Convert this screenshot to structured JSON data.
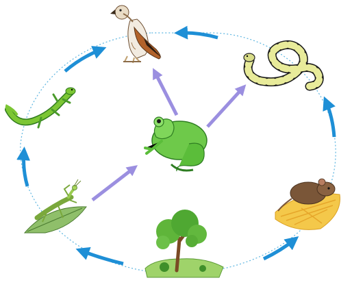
{
  "diagram": {
    "type": "food-web",
    "nodes": [
      {
        "id": "tree",
        "icon": "tree-icon"
      },
      {
        "id": "mouse",
        "icon": "mouse-icon"
      },
      {
        "id": "snake",
        "icon": "snake-icon"
      },
      {
        "id": "hawk",
        "icon": "hawk-icon"
      },
      {
        "id": "lizard",
        "icon": "lizard-icon"
      },
      {
        "id": "mantis",
        "icon": "mantis-icon"
      },
      {
        "id": "frog",
        "icon": "frog-icon"
      }
    ],
    "edges": [
      {
        "from": "tree",
        "to": "mouse",
        "style": "blue-arrow"
      },
      {
        "from": "mouse",
        "to": "snake",
        "style": "blue-arrow"
      },
      {
        "from": "snake",
        "to": "hawk",
        "style": "blue-arrow"
      },
      {
        "from": "lizard",
        "to": "hawk",
        "style": "blue-arrow"
      },
      {
        "from": "mantis",
        "to": "lizard",
        "style": "blue-arrow"
      },
      {
        "from": "tree",
        "to": "mantis",
        "style": "blue-arrow"
      },
      {
        "from": "mantis",
        "to": "frog",
        "style": "purple-arrow"
      },
      {
        "from": "frog",
        "to": "hawk",
        "style": "purple-arrow"
      },
      {
        "from": "frog",
        "to": "snake",
        "style": "purple-arrow"
      }
    ],
    "colors": {
      "cycle_line": "#5ab4e0",
      "blue_arrow": "#1e8fd6",
      "purple_arrow": "#9b8fe0"
    }
  }
}
